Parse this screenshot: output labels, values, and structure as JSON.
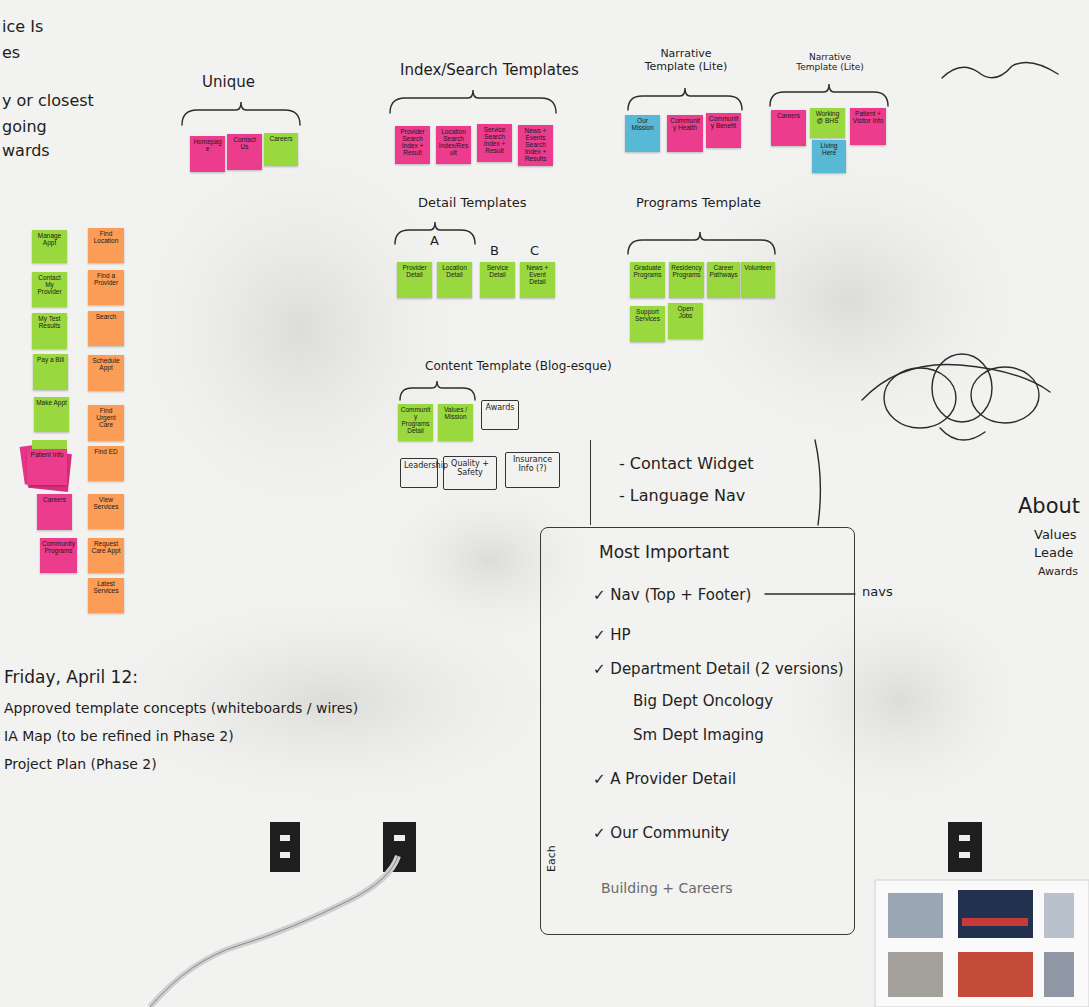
{
  "diagram": {
    "nodes": [
      {
        "text": [
          "Homepage"
        ]
      },
      {
        "text": [
          "Contact Us"
        ]
      },
      {
        "text": [
          "Careers"
        ]
      },
      {
        "text": [
          "Provider Search Index + Result"
        ]
      },
      {
        "text": [
          "Location Search Index/Result"
        ]
      },
      {
        "text": [
          "Service Search Index + Result"
        ]
      },
      {
        "text": [
          "News + Events Search Index + Results"
        ]
      },
      {
        "text": [
          "Our Mission"
        ]
      },
      {
        "text": [
          "Community Health"
        ]
      },
      {
        "text": [
          "Community Benefit"
        ]
      },
      {
        "text": [
          "Careers"
        ]
      },
      {
        "text": [
          "Working @ BHS"
        ]
      },
      {
        "text": [
          "Living Here"
        ]
      },
      {
        "text": [
          "Patient + Visitor Info"
        ]
      },
      {
        "text": [
          "Manage Appt"
        ]
      },
      {
        "text": [
          "Contact My Provider"
        ]
      },
      {
        "text": [
          "My Test Results"
        ]
      },
      {
        "text": [
          "Pay a Bill"
        ]
      },
      {
        "text": [
          "Make Appt"
        ]
      },
      {
        "text": [
          "Patient Info"
        ]
      },
      {
        "text": [
          "Careers"
        ]
      },
      {
        "text": [
          "Community Programs"
        ]
      },
      {
        "text": [
          "Find Location"
        ]
      },
      {
        "text": [
          "Find a Provider"
        ]
      },
      {
        "text": [
          "Search"
        ]
      },
      {
        "text": [
          "Schedule Appt"
        ]
      },
      {
        "text": [
          "Find Urgent Care"
        ]
      },
      {
        "text": [
          "Find ED"
        ]
      },
      {
        "text": [
          "View Services"
        ]
      },
      {
        "text": [
          "Request Care Appt"
        ]
      },
      {
        "text": [
          "Latest Services"
        ]
      },
      {
        "text": [
          "Provider Detail"
        ]
      },
      {
        "text": [
          "Location Detail"
        ]
      },
      {
        "text": [
          "Service Detail"
        ]
      },
      {
        "text": [
          "News + Event Detail"
        ]
      },
      {
        "text": [
          "Graduate Programs"
        ]
      },
      {
        "text": [
          "Residency Programs"
        ]
      },
      {
        "text": [
          "Career Pathways"
        ]
      },
      {
        "text": [
          "Volunteer"
        ]
      },
      {
        "text": [
          "Support Services"
        ]
      },
      {
        "text": [
          "Open Jobs"
        ]
      },
      {
        "text": [
          "Community Programs Detail"
        ]
      },
      {
        "text": [
          "Values / Mission"
        ]
      },
      {
        "text": [
          "Awards"
        ]
      },
      {
        "text": [
          "Leadership"
        ]
      },
      {
        "text": [
          "Quality + Safety"
        ]
      },
      {
        "text": [
          "Insurance Info (?)"
        ]
      },
      {
        "text": [
          "- Contact Widget",
          "- Language Nav"
        ]
      },
      {
        "text": [
          "Most Important",
          "✓ Nav (Top + Footer)",
          "✓ HP",
          "✓ Department Detail (2 versions)",
          "Big Dept Oncology",
          "Sm Dept Imaging",
          "✓ A Provider Detail",
          "✓ Our Community",
          "Building + Careers"
        ]
      }
    ],
    "labels": [
      "ice Is",
      "es",
      "y or closest",
      "going",
      "wards",
      "Unique",
      "Index/Search Templates",
      "Narrative Template (Lite)",
      "Narrative Template (Lite)",
      "Detail Templates",
      "A",
      "B",
      "C",
      "Programs Template",
      "Content Template (Blog-esque)",
      "Friday, April 12:",
      "Approved template concepts (whiteboards / wires)",
      "IA Map (to be refined in Phase 2)",
      "Project Plan (Phase 2)",
      "navs",
      "About",
      "Values",
      "Leade",
      "Awards",
      "Each"
    ]
  }
}
